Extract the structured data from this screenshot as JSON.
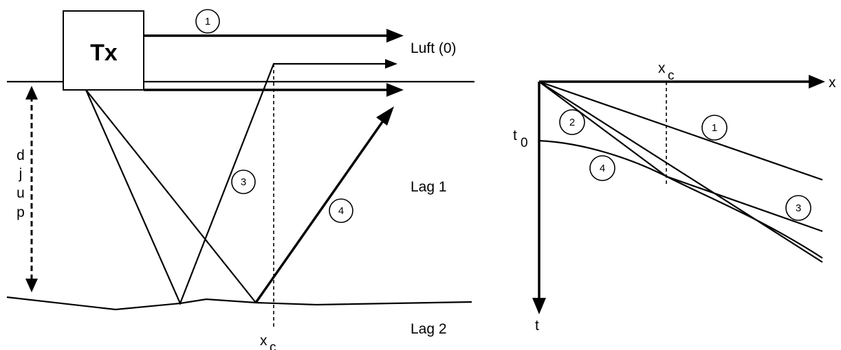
{
  "left_panel": {
    "transmitter_label": "Tx",
    "layer_air_label": "Luft (0)",
    "layer1_label": "Lag 1",
    "layer2_label": "Lag 2",
    "depth_label_letters": [
      "d",
      "j",
      "u",
      "p"
    ],
    "critical_distance_label": "x",
    "critical_distance_subscript": "c",
    "ray_labels": [
      "1",
      "3",
      "4"
    ]
  },
  "right_panel": {
    "x_axis_label": "x",
    "t_axis_label": "t",
    "intercept_label": "t",
    "intercept_subscript": "0",
    "critical_distance_label": "x",
    "critical_distance_subscript": "c",
    "curve_labels": [
      "1",
      "2",
      "3",
      "4"
    ]
  }
}
